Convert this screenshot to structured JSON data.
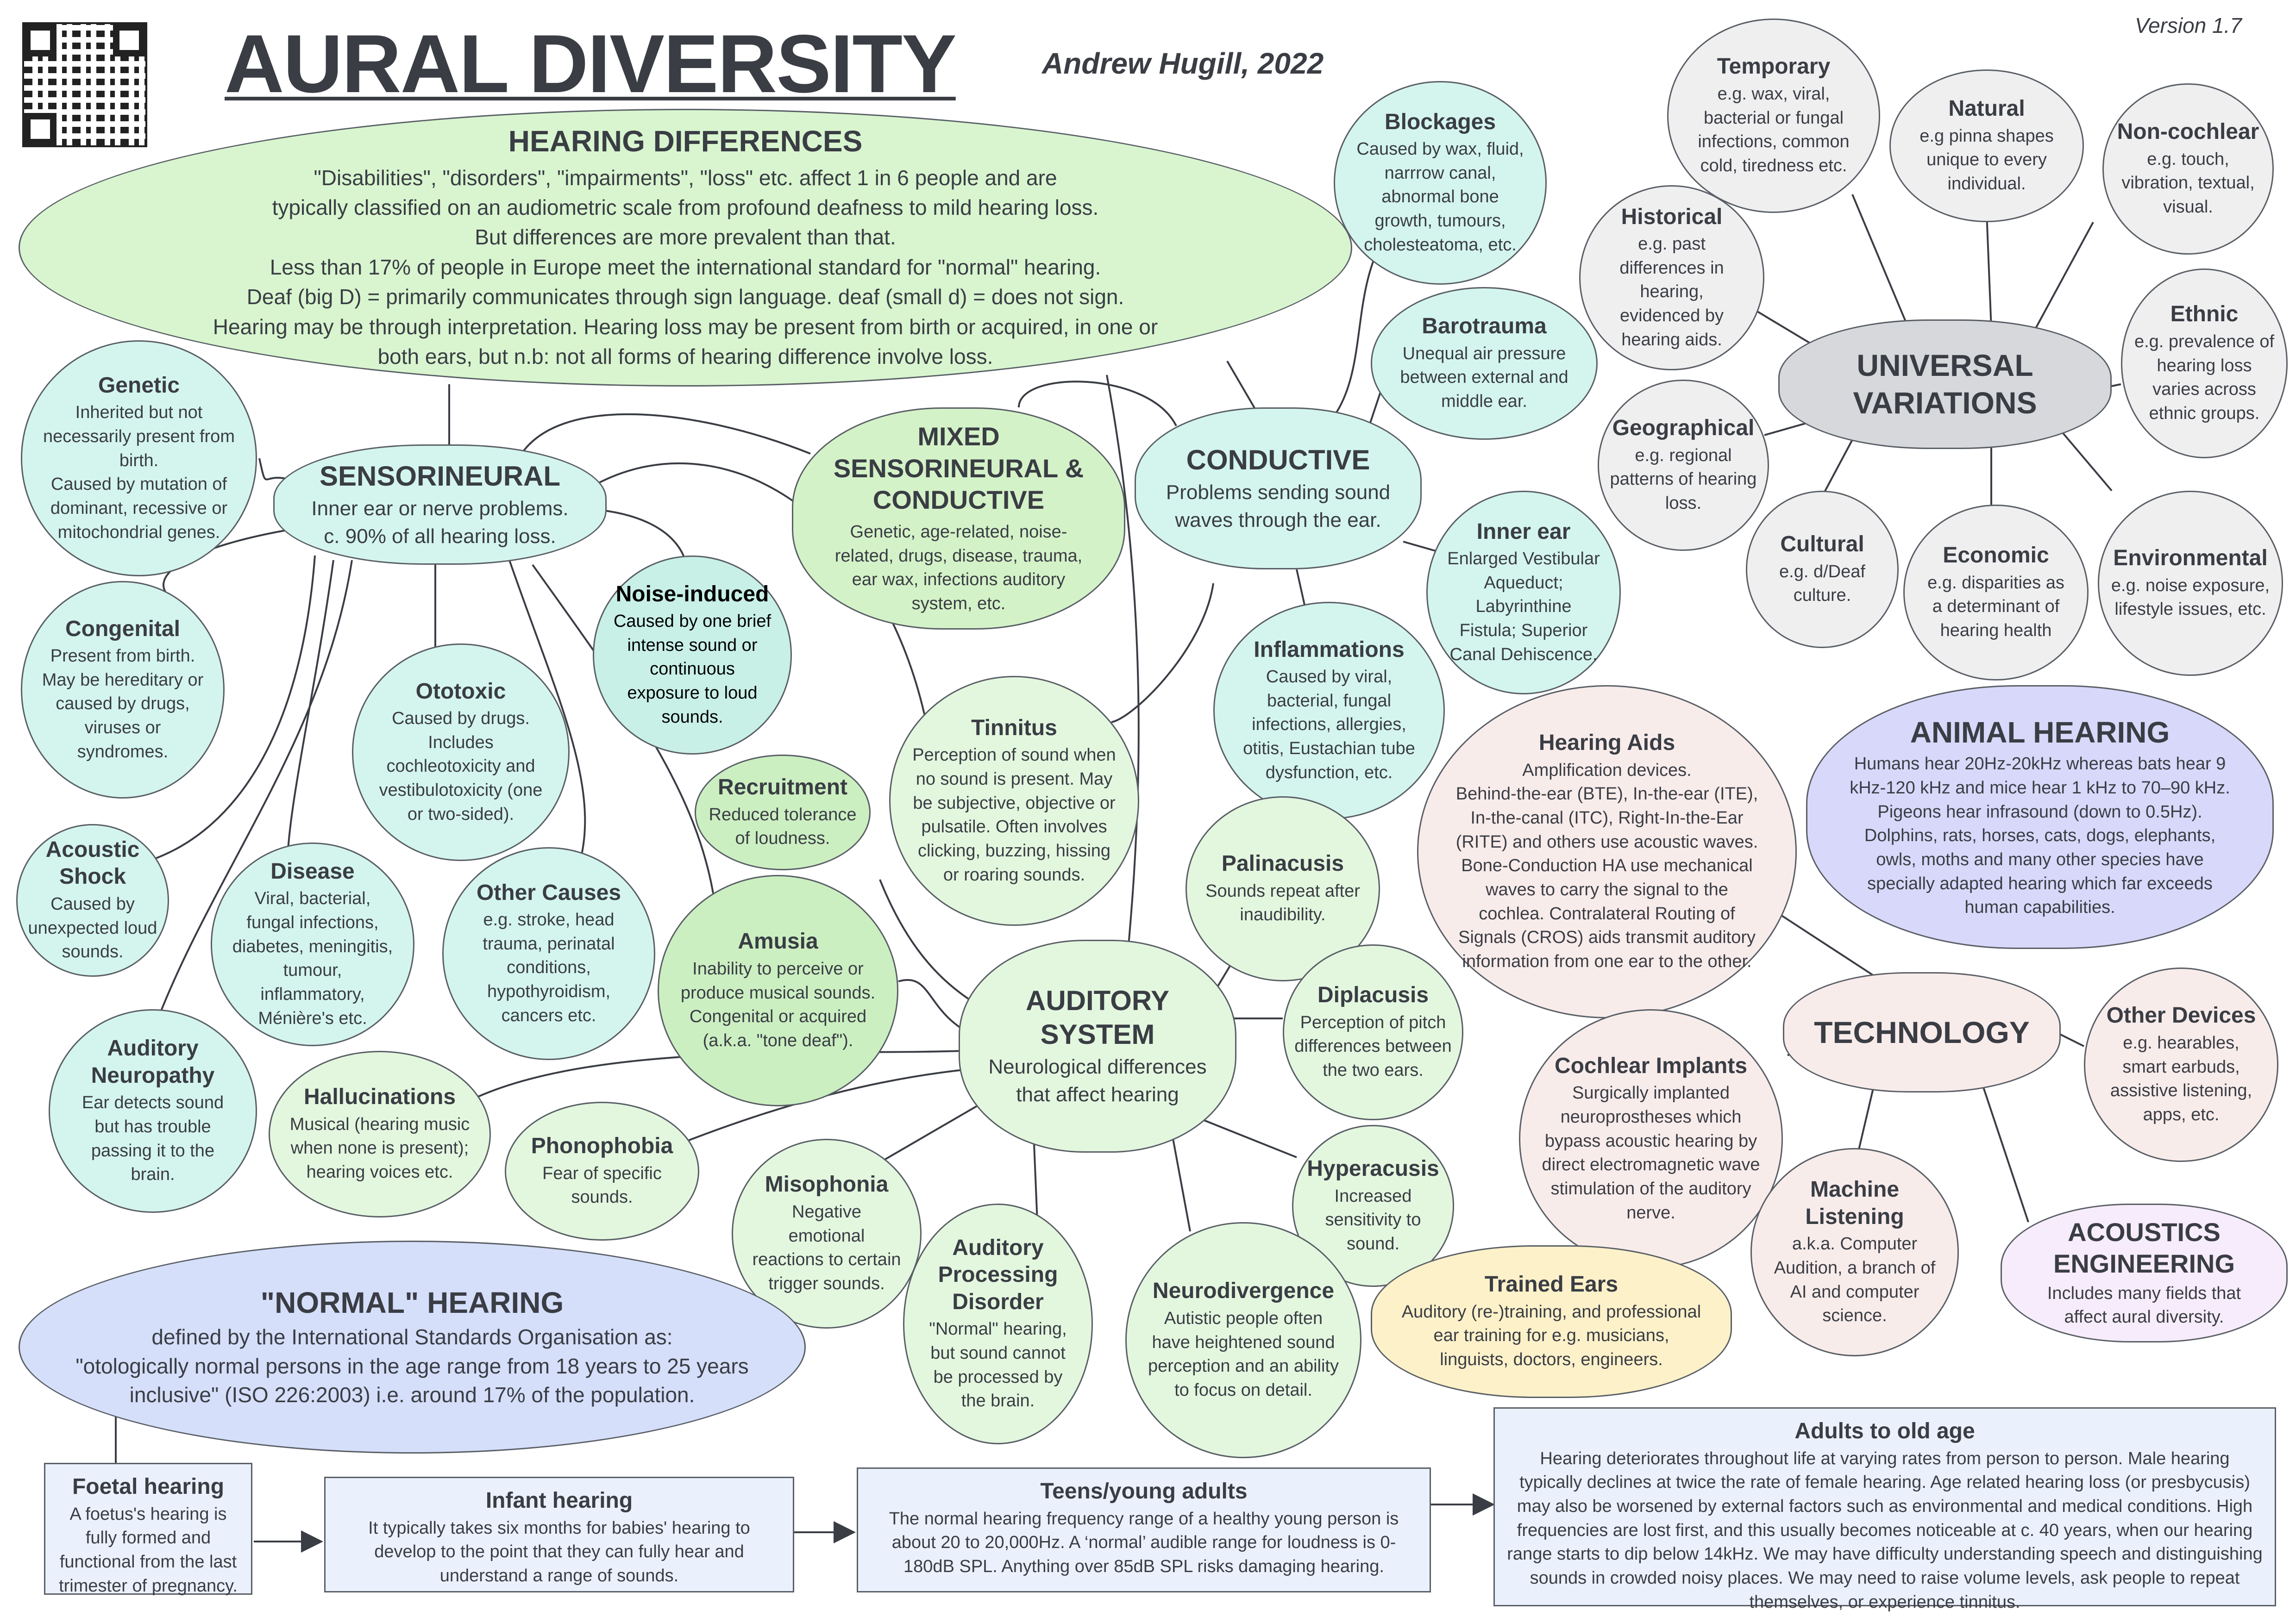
{
  "header": {
    "title": "AURAL DIVERSITY",
    "author": "Andrew Hugill, 2022",
    "version": "Version 1.7"
  },
  "hearing_differences": {
    "title": "HEARING DIFFERENCES",
    "lines": [
      "\"Disabilities\", \"disorders\", \"impairments\", \"loss\" etc. affect 1 in 6 people and are",
      "typically classified on an audiometric scale from profound deafness to mild hearing loss.",
      "But differences are more prevalent than that.",
      "Less than 17% of people in Europe meet the international standard for \"normal\" hearing.",
      "Deaf (big D) = primarily communicates through sign language. deaf (small d) = does not sign.",
      "Hearing may be through interpretation. Hearing loss may be present from birth or acquired, in one or",
      "both ears, but n.b: not all forms of hearing difference involve loss."
    ]
  },
  "nodes": {
    "sensorineural": {
      "title": "SENSORINEURAL",
      "desc": "Inner ear or nerve problems.\nc. 90% of all hearing loss."
    },
    "genetic": {
      "title": "Genetic",
      "desc": "Inherited but not necessarily present from birth.\nCaused by mutation of dominant, recessive or mitochondrial genes."
    },
    "congenital": {
      "title": "Congenital",
      "desc": "Present from birth.\nMay be hereditary or caused by drugs, viruses or syndromes."
    },
    "acoustic_shock": {
      "title": "Acoustic Shock",
      "desc": "Caused by unexpected loud sounds."
    },
    "auditory_neuropathy": {
      "title": "Auditory Neuropathy",
      "desc": "Ear detects sound but has trouble passing it to the brain."
    },
    "disease": {
      "title": "Disease",
      "desc": "Viral, bacterial, fungal infections, diabetes, meningitis, tumour, inflammatory, Ménière's etc."
    },
    "ototoxic": {
      "title": "Ototoxic",
      "desc": "Caused by drugs. Includes cochleotoxicity and vestibulotoxicity (one or two-sided)."
    },
    "other_causes": {
      "title": "Other Causes",
      "desc": "e.g. stroke, head trauma, perinatal conditions, hypothyroidism, cancers etc."
    },
    "noise_induced": {
      "title": "Noise-induced",
      "desc": "Caused by one brief intense sound or continuous exposure to loud sounds."
    },
    "mixed": {
      "title": "MIXED SENSORINEURAL & CONDUCTIVE",
      "desc": "Genetic, age-related, noise-related, drugs, disease, trauma, ear wax, infections auditory system, etc."
    },
    "conductive": {
      "title": "CONDUCTIVE",
      "desc": "Problems sending sound waves through the ear."
    },
    "blockages": {
      "title": "Blockages",
      "desc": "Caused by wax, fluid, narrrow canal, abnormal bone growth, tumours, cholesteatoma, etc."
    },
    "barotrauma": {
      "title": "Barotrauma",
      "desc": "Unequal air pressure between external and middle ear."
    },
    "inner_ear": {
      "title": "Inner ear",
      "desc": "Enlarged Vestibular Aqueduct; Labyrinthine Fistula; Superior Canal Dehiscence."
    },
    "inflammations": {
      "title": "Inflammations",
      "desc": "Caused by viral, bacterial, fungal infections, allergies, otitis, Eustachian tube dysfunction, etc."
    },
    "tinnitus": {
      "title": "Tinnitus",
      "desc": "Perception of sound when no sound is present. May be subjective, objective or pulsatile. Often involves clicking, buzzing, hissing or roaring sounds."
    },
    "recruitment": {
      "title": "Recruitment",
      "desc": "Reduced tolerance of loudness."
    },
    "amusia": {
      "title": "Amusia",
      "desc": "Inability to perceive or produce musical sounds. Congenital or acquired (a.k.a. \"tone deaf\")."
    },
    "auditory_system": {
      "title": "AUDITORY SYSTEM",
      "desc": "Neurological differences that affect hearing"
    },
    "palinacusis": {
      "title": "Palinacusis",
      "desc": "Sounds repeat after inaudibility."
    },
    "diplacusis": {
      "title": "Diplacusis",
      "desc": "Perception of pitch differences between the two ears."
    },
    "hyperacusis": {
      "title": "Hyperacusis",
      "desc": "Increased sensitivity to sound."
    },
    "neurodivergence": {
      "title": "Neurodivergence",
      "desc": "Autistic people often have heightened sound perception and an ability to focus on detail."
    },
    "apd": {
      "title": "Auditory Processing Disorder",
      "desc": "\"Normal\" hearing, but sound cannot be processed by the brain."
    },
    "misophonia": {
      "title": "Misophonia",
      "desc": "Negative emotional reactions to certain trigger sounds."
    },
    "phonophobia": {
      "title": "Phonophobia",
      "desc": "Fear of specific sounds."
    },
    "hallucinations": {
      "title": "Hallucinations",
      "desc": "Musical (hearing music when none is present); hearing voices etc."
    },
    "universal": {
      "title": "UNIVERSAL VARIATIONS",
      "desc": ""
    },
    "temporary": {
      "title": "Temporary",
      "desc": "e.g. wax, viral, bacterial or fungal infections, common cold, tiredness etc."
    },
    "natural": {
      "title": "Natural",
      "desc": "e.g pinna shapes unique to every individual."
    },
    "non_cochlear": {
      "title": "Non-cochlear",
      "desc": "e.g. touch, vibration, textual, visual."
    },
    "historical": {
      "title": "Historical",
      "desc": "e.g. past differences in hearing, evidenced by hearing aids."
    },
    "ethnic": {
      "title": "Ethnic",
      "desc": "e.g. prevalence of hearing loss varies across ethnic groups."
    },
    "geographical": {
      "title": "Geographical",
      "desc": "e.g. regional patterns of hearing loss."
    },
    "cultural": {
      "title": "Cultural",
      "desc": "e.g. d/Deaf culture."
    },
    "economic": {
      "title": "Economic",
      "desc": "e.g. disparities as a determinant of hearing health"
    },
    "environmental": {
      "title": "Environmental",
      "desc": "e.g. noise exposure, lifestyle issues, etc."
    },
    "hearing_aids": {
      "title": "Hearing Aids",
      "desc": "Amplification devices.\nBehind-the-ear (BTE), In-the-ear (ITE), In-the-canal (ITC), Right-In-the-Ear (RITE) and others use acoustic waves. Bone-Conduction HA use mechanical waves to carry the signal to the cochlea. Contralateral Routing of Signals (CROS) aids transmit auditory information from one ear to the other."
    },
    "animal_hearing": {
      "title": "ANIMAL HEARING",
      "desc": "Humans hear 20Hz-20kHz whereas bats hear 9 kHz-120 kHz and mice hear 1 kHz to 70–90 kHz. Pigeons hear infrasound (down to 0.5Hz). Dolphins, rats, horses, cats, dogs, elephants, owls, moths and many other species have specially adapted hearing which far exceeds human capabilities."
    },
    "technology": {
      "title": "TECHNOLOGY",
      "desc": ""
    },
    "cochlear_implants": {
      "title": "Cochlear Implants",
      "desc": "Surgically implanted neuroprostheses which bypass acoustic hearing by direct electromagnetic wave stimulation of the auditory nerve."
    },
    "other_devices": {
      "title": "Other Devices",
      "desc": "e.g. hearables, smart earbuds, assistive listening, apps, etc."
    },
    "machine_listening": {
      "title": "Machine Listening",
      "desc": "a.k.a. Computer Audition, a branch of AI and computer science."
    },
    "acoustics_engineering": {
      "title": "ACOUSTICS ENGINEERING",
      "desc": "Includes many fields that affect aural diversity."
    },
    "trained_ears": {
      "title": "Trained Ears",
      "desc": "Auditory (re-)training, and professional ear training for e.g. musicians, linguists, doctors, engineers."
    },
    "normal_hearing": {
      "title": "\"NORMAL\" HEARING",
      "desc": "defined by the International Standards Organisation as:\n\"otologically normal persons in the age range from 18 years to 25 years inclusive\" (ISO 226:2003) i.e. around 17% of the population."
    }
  },
  "timeline": {
    "foetal": {
      "title": "Foetal hearing",
      "desc": "A foetus's hearing is fully formed and functional from the last trimester of pregnancy."
    },
    "infant": {
      "title": "Infant hearing",
      "desc": "It typically takes six months for babies' hearing to develop to the point that they can fully hear and understand a range of sounds."
    },
    "teens": {
      "title": "Teens/young adults",
      "desc": "The normal hearing frequency range of a healthy young person is about 20 to 20,000Hz. A ‘normal’ audible range for loudness is 0-180dB SPL. Anything over 85dB SPL risks damaging hearing."
    },
    "adults": {
      "title": "Adults to old age",
      "desc": "Hearing deteriorates throughout life at varying rates from person to person. Male hearing typically declines at twice the rate of female hearing. Age related hearing loss (or presbycusis) may also be worsened by external factors such as environmental and medical conditions. High frequencies are lost first, and this usually becomes noticeable at c. 40 years, when our hearing range starts to dip below 14kHz. We may have difficulty understanding speech and distinguishing sounds in crowded noisy places. We may need to raise volume levels, ask people to repeat themselves, or experience tinnitus."
    }
  }
}
